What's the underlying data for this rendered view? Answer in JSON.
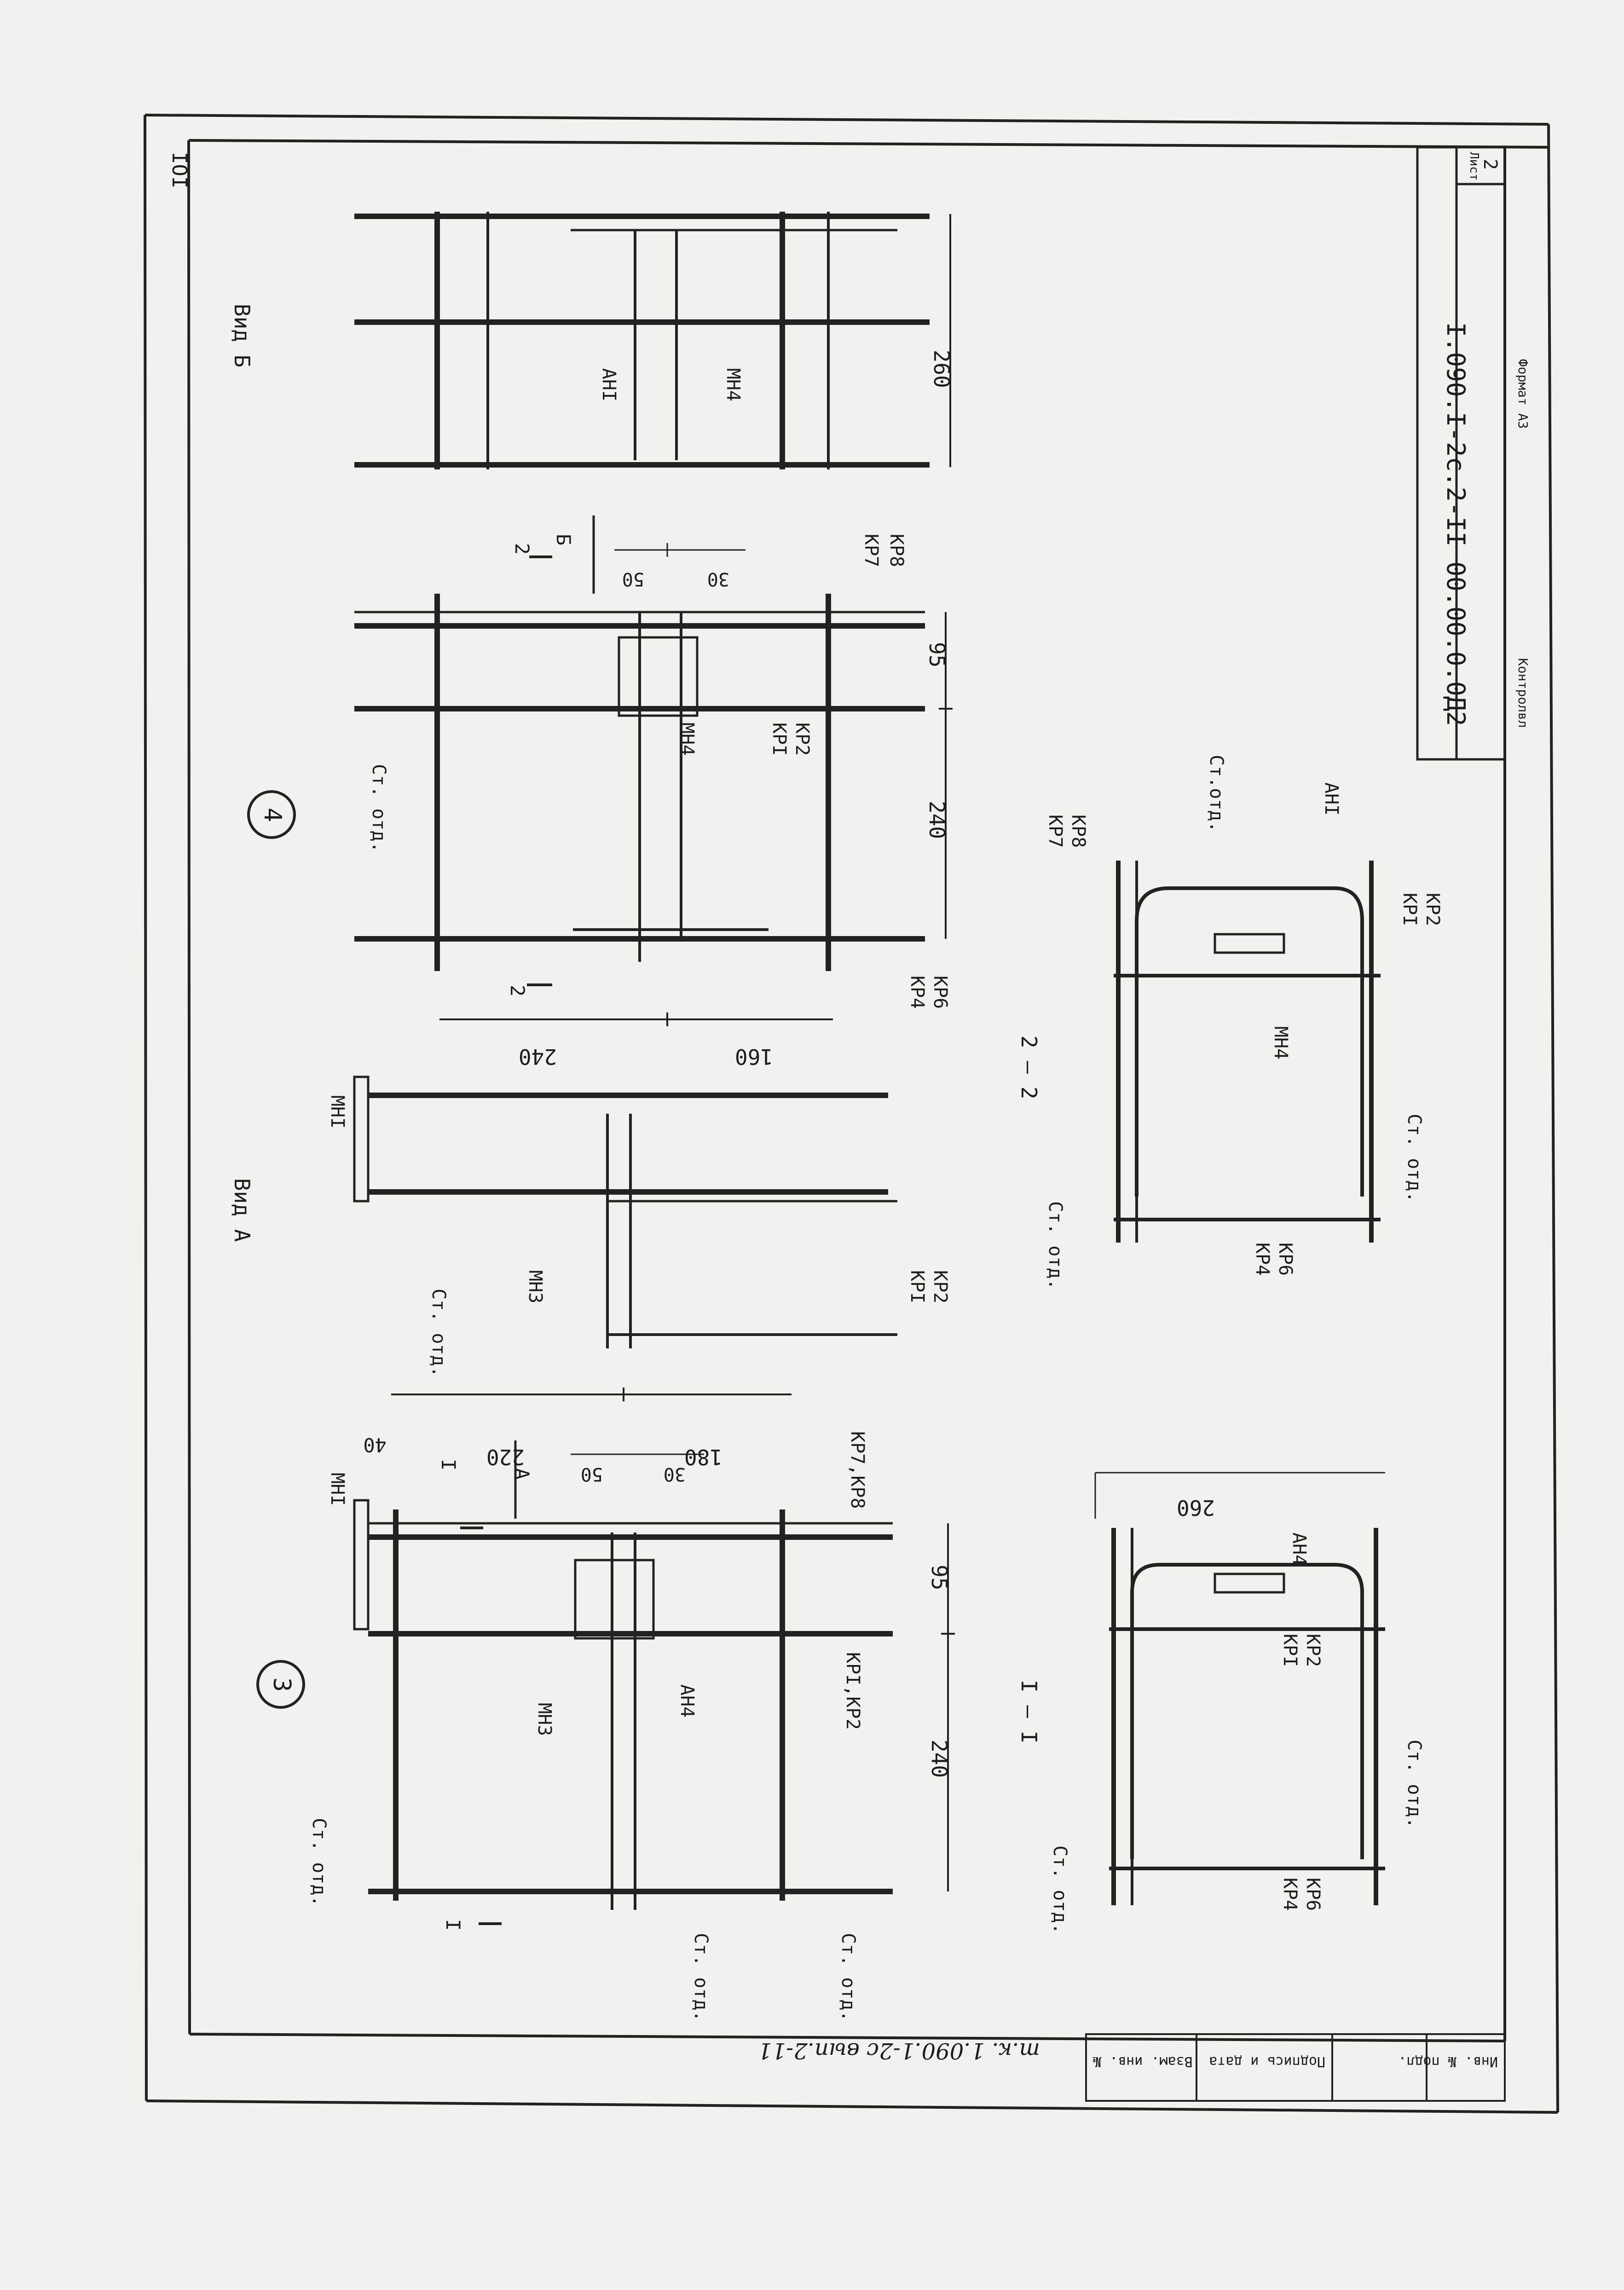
{
  "sheet": {
    "page_number": "IOI",
    "designation": "I.090.I-2c.2-II 00.00.0.0Д2",
    "sheet_label": "Лист",
    "sheet_number": "2",
    "control_label": "Контролвл",
    "format_label": "Формат А3",
    "handwritten_note": "т.к. 1.090.1-2с вып.2-11"
  },
  "side_stamp": [
    "Взам. инв. №",
    "Подпись и дата",
    "Инв. № подл."
  ],
  "labels": {
    "st_otd": "Ст. отд.",
    "st_otd2": "Ст.отд.",
    "mn1": "МНI",
    "mn3": "МН3",
    "mn4": "МН4",
    "an1": "АНI",
    "an4": "АН4",
    "kr1": "КРI",
    "kr2": "КР2",
    "kr4": "КР4",
    "kr6": "КР6",
    "kr7": "КР7",
    "kr8": "КР8",
    "kr1kr2": "КРI,КР2",
    "kr7kr8": "КР7,КР8",
    "sec_marker_1": "I",
    "sec_marker_2": "2",
    "view_a_letter": "А",
    "view_b_letter": "Б"
  },
  "views": {
    "node3": "3",
    "node4": "4",
    "view_a": "Вид А",
    "view_b": "Вид Б",
    "sec_1_1": "I – I",
    "sec_2_2": "2 – 2"
  },
  "dims": {
    "d240": "240",
    "d95": "95",
    "d220": "220",
    "d180": "180",
    "d40": "40",
    "d50": "50",
    "d30": "30",
    "d160": "160",
    "d260": "260"
  }
}
